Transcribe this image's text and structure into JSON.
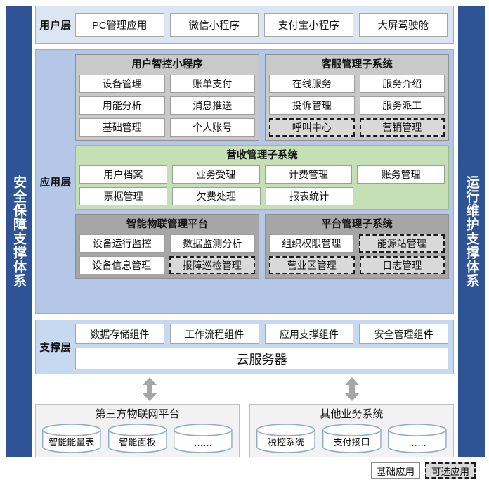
{
  "pillars": {
    "left": "安全保障支撑体系",
    "right": "运行维护支撑体系"
  },
  "user_layer": {
    "label": "用户层",
    "apps": [
      "PC管理应用",
      "微信小程序",
      "支付宝小程序",
      "大屏驾驶舱"
    ]
  },
  "app_layer": {
    "label": "应用层",
    "subsystems": {
      "user_smart_control": {
        "title": "用户智控小程序",
        "modules": [
          [
            "设备管理",
            "账单支付"
          ],
          [
            "用能分析",
            "消息推送"
          ],
          [
            "基础管理",
            "个人账号"
          ]
        ],
        "optional": []
      },
      "customer_service": {
        "title": "客服管理子系统",
        "modules": [
          [
            "在线服务",
            "服务介绍"
          ],
          [
            "投诉管理",
            "服务派工"
          ],
          [
            "呼叫中心",
            "营销管理"
          ]
        ],
        "optional": [
          "呼叫中心",
          "营销管理"
        ]
      },
      "revenue": {
        "title": "营收管理子系统",
        "modules": [
          [
            "用户档案",
            "业务受理",
            "计费管理",
            "账务管理"
          ],
          [
            "票据管理",
            "欠费处理",
            "报表统计",
            ""
          ]
        ],
        "optional": []
      },
      "iot_platform": {
        "title": "智能物联管理平台",
        "modules": [
          [
            "设备运行监控",
            "数据监测分析"
          ],
          [
            "设备信息管理",
            "报障巡检管理"
          ]
        ],
        "optional": [
          "报障巡检管理"
        ]
      },
      "platform_admin": {
        "title": "平台管理子系统",
        "modules": [
          [
            "组织权限管理",
            "能源站管理"
          ],
          [
            "营业区管理",
            "日志管理"
          ]
        ],
        "optional": [
          "能源站管理",
          "营业区管理",
          "日志管理"
        ]
      }
    }
  },
  "support_layer": {
    "label": "支撑层",
    "components": [
      "数据存储组件",
      "工作流程组件",
      "应用支撑组件",
      "安全管理组件"
    ],
    "server": "云服务器"
  },
  "external": [
    {
      "title": "第三方物联网平台",
      "nodes": [
        "智能能量表",
        "智能面板",
        "……"
      ]
    },
    {
      "title": "其他业务系统",
      "nodes": [
        "税控系统",
        "支付接口",
        "……"
      ]
    }
  ],
  "legend": {
    "basic": "基础应用",
    "optional": "可选应用"
  },
  "colors": {
    "pillar": "#2e5496",
    "user_layer_bg": "#dce6f2",
    "app_layer_bg": "#b4c7e7",
    "support_layer_bg": "#c5d9f1",
    "subsystem_light": "#c9c9c9",
    "subsystem_dark": "#a6a6a6",
    "revenue_green": "#c5e0b4",
    "optional_fill": "#d9d9d9",
    "arrow": "#a6a6a6"
  }
}
